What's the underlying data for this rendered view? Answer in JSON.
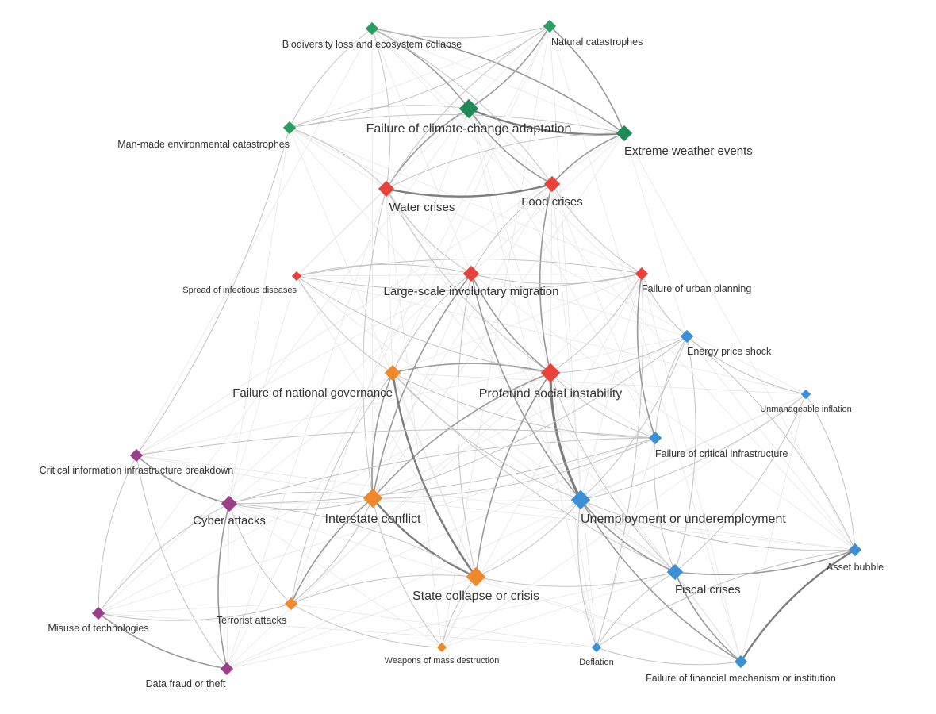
{
  "colors": {
    "environmental": "#2a9d63",
    "environmental_dark": "#1f8a56",
    "societal": "#e8423a",
    "geopolitical": "#ef8a2c",
    "economic": "#3b8fd6",
    "technological": "#9b3f8c",
    "edge": "#9a9a9a"
  },
  "nodes": [
    {
      "id": "biodiversity",
      "label": "Biodiversity loss and ecosystem collapse",
      "group": "environmental",
      "size": "s"
    },
    {
      "id": "natural",
      "label": "Natural catastrophes",
      "group": "environmental",
      "size": "s"
    },
    {
      "id": "climate",
      "label": "Failure of climate-change adaptation",
      "group": "environmental",
      "size": "l"
    },
    {
      "id": "manmade",
      "label": "Man-made environmental catastrophes",
      "group": "environmental",
      "size": "s"
    },
    {
      "id": "weather",
      "label": "Extreme weather events",
      "group": "environmental",
      "size": "m"
    },
    {
      "id": "water",
      "label": "Water crises",
      "group": "societal",
      "size": "m"
    },
    {
      "id": "food",
      "label": "Food crises",
      "group": "societal",
      "size": "m"
    },
    {
      "id": "infectious",
      "label": "Spread of infectious diseases",
      "group": "societal",
      "size": "xs"
    },
    {
      "id": "migration",
      "label": "Large-scale involuntary migration",
      "group": "societal",
      "size": "m"
    },
    {
      "id": "urban",
      "label": "Failure of urban planning",
      "group": "societal",
      "size": "s"
    },
    {
      "id": "social",
      "label": "Profound social instability",
      "group": "societal",
      "size": "l"
    },
    {
      "id": "governance",
      "label": "Failure of national governance",
      "group": "geopolitical",
      "size": "m"
    },
    {
      "id": "interstate",
      "label": "Interstate conflict",
      "group": "geopolitical",
      "size": "l"
    },
    {
      "id": "statecollapse",
      "label": "State collapse or crisis",
      "group": "geopolitical",
      "size": "l"
    },
    {
      "id": "terrorist",
      "label": "Terrorist attacks",
      "group": "geopolitical",
      "size": "s"
    },
    {
      "id": "wmd",
      "label": "Weapons of mass destruction",
      "group": "geopolitical",
      "size": "xs"
    },
    {
      "id": "energy",
      "label": "Energy price shock",
      "group": "economic",
      "size": "s"
    },
    {
      "id": "inflation",
      "label": "Unmanageable inflation",
      "group": "economic",
      "size": "xs"
    },
    {
      "id": "infrastructure",
      "label": "Failure of critical infrastructure",
      "group": "economic",
      "size": "s"
    },
    {
      "id": "unemployment",
      "label": "Unemployment or underemployment",
      "group": "economic",
      "size": "l"
    },
    {
      "id": "asset",
      "label": "Asset bubble",
      "group": "economic",
      "size": "s"
    },
    {
      "id": "fiscal",
      "label": "Fiscal crises",
      "group": "economic",
      "size": "m"
    },
    {
      "id": "deflation",
      "label": "Deflation",
      "group": "economic",
      "size": "xs"
    },
    {
      "id": "financial",
      "label": "Failure of financial mechanism or institution",
      "group": "economic",
      "size": "s"
    },
    {
      "id": "cii",
      "label": "Critical information infrastructure breakdown",
      "group": "technological",
      "size": "s"
    },
    {
      "id": "cyber",
      "label": "Cyber attacks",
      "group": "technological",
      "size": "m"
    },
    {
      "id": "misuse",
      "label": "Misuse of technologies",
      "group": "technological",
      "size": "s"
    },
    {
      "id": "datafraud",
      "label": "Data fraud or theft",
      "group": "technological",
      "size": "s"
    }
  ],
  "edges": [
    [
      "climate",
      "weather",
      3
    ],
    [
      "climate",
      "water",
      2
    ],
    [
      "climate",
      "food",
      2
    ],
    [
      "climate",
      "biodiversity",
      2
    ],
    [
      "climate",
      "natural",
      2
    ],
    [
      "climate",
      "manmade",
      1
    ],
    [
      "weather",
      "food",
      2
    ],
    [
      "weather",
      "natural",
      2
    ],
    [
      "weather",
      "water",
      1
    ],
    [
      "weather",
      "biodiversity",
      2
    ],
    [
      "weather",
      "manmade",
      1
    ],
    [
      "water",
      "food",
      3
    ],
    [
      "water",
      "migration",
      1
    ],
    [
      "water",
      "manmade",
      1
    ],
    [
      "water",
      "social",
      1
    ],
    [
      "water",
      "biodiversity",
      1
    ],
    [
      "water",
      "interstate",
      1
    ],
    [
      "food",
      "social",
      2
    ],
    [
      "food",
      "migration",
      1
    ],
    [
      "food",
      "biodiversity",
      1
    ],
    [
      "food",
      "urban",
      1
    ],
    [
      "biodiversity",
      "natural",
      1
    ],
    [
      "biodiversity",
      "manmade",
      1
    ],
    [
      "manmade",
      "natural",
      1
    ],
    [
      "natural",
      "water",
      1
    ],
    [
      "migration",
      "social",
      2
    ],
    [
      "migration",
      "interstate",
      2
    ],
    [
      "migration",
      "statecollapse",
      1
    ],
    [
      "migration",
      "unemployment",
      2
    ],
    [
      "migration",
      "governance",
      1
    ],
    [
      "migration",
      "urban",
      1
    ],
    [
      "migration",
      "infectious",
      1
    ],
    [
      "social",
      "unemployment",
      4
    ],
    [
      "social",
      "governance",
      2
    ],
    [
      "social",
      "statecollapse",
      2
    ],
    [
      "social",
      "interstate",
      2
    ],
    [
      "social",
      "energy",
      1
    ],
    [
      "social",
      "fiscal",
      1
    ],
    [
      "social",
      "urban",
      1
    ],
    [
      "social",
      "infrastructure",
      1
    ],
    [
      "governance",
      "statecollapse",
      3
    ],
    [
      "governance",
      "interstate",
      2
    ],
    [
      "governance",
      "unemployment",
      1
    ],
    [
      "governance",
      "terrorist",
      1
    ],
    [
      "governance",
      "fiscal",
      1
    ],
    [
      "governance",
      "infrastructure",
      1
    ],
    [
      "interstate",
      "statecollapse",
      3
    ],
    [
      "interstate",
      "terrorist",
      2
    ],
    [
      "interstate",
      "cyber",
      1
    ],
    [
      "interstate",
      "energy",
      1
    ],
    [
      "interstate",
      "wmd",
      1
    ],
    [
      "interstate",
      "infrastructure",
      1
    ],
    [
      "statecollapse",
      "terrorist",
      1
    ],
    [
      "statecollapse",
      "fiscal",
      1
    ],
    [
      "statecollapse",
      "unemployment",
      1
    ],
    [
      "statecollapse",
      "wmd",
      1
    ],
    [
      "statecollapse",
      "cyber",
      1
    ],
    [
      "unemployment",
      "fiscal",
      2
    ],
    [
      "unemployment",
      "financial",
      2
    ],
    [
      "unemployment",
      "asset",
      1
    ],
    [
      "unemployment",
      "deflation",
      1
    ],
    [
      "unemployment",
      "energy",
      1
    ],
    [
      "unemployment",
      "inflation",
      1
    ],
    [
      "fiscal",
      "asset",
      2
    ],
    [
      "fiscal",
      "financial",
      2
    ],
    [
      "fiscal",
      "deflation",
      1
    ],
    [
      "fiscal",
      "inflation",
      1
    ],
    [
      "fiscal",
      "energy",
      1
    ],
    [
      "asset",
      "financial",
      3
    ],
    [
      "asset",
      "inflation",
      1
    ],
    [
      "asset",
      "deflation",
      1
    ],
    [
      "asset",
      "energy",
      1
    ],
    [
      "deflation",
      "financial",
      1
    ],
    [
      "deflation",
      "urban",
      1
    ],
    [
      "urban",
      "infrastructure",
      2
    ],
    [
      "urban",
      "energy",
      1
    ],
    [
      "urban",
      "infectious",
      1
    ],
    [
      "energy",
      "infrastructure",
      1
    ],
    [
      "energy",
      "inflation",
      1
    ],
    [
      "infrastructure",
      "cii",
      1
    ],
    [
      "infrastructure",
      "cyber",
      1
    ],
    [
      "infrastructure",
      "fiscal",
      1
    ],
    [
      "cii",
      "cyber",
      2
    ],
    [
      "cii",
      "misuse",
      1
    ],
    [
      "cii",
      "datafraud",
      1
    ],
    [
      "cii",
      "manmade",
      1
    ],
    [
      "cyber",
      "datafraud",
      2
    ],
    [
      "cyber",
      "misuse",
      1
    ],
    [
      "cyber",
      "terrorist",
      1
    ],
    [
      "cyber",
      "infrastructure",
      1
    ],
    [
      "cyber",
      "interstate",
      1
    ],
    [
      "misuse",
      "datafraud",
      2
    ],
    [
      "misuse",
      "terrorist",
      1
    ],
    [
      "terrorist",
      "wmd",
      1
    ],
    [
      "terrorist",
      "interstate",
      1
    ],
    [
      "infectious",
      "social",
      1
    ],
    [
      "infectious",
      "governance",
      1
    ],
    [
      "infectious",
      "urban",
      1
    ]
  ]
}
